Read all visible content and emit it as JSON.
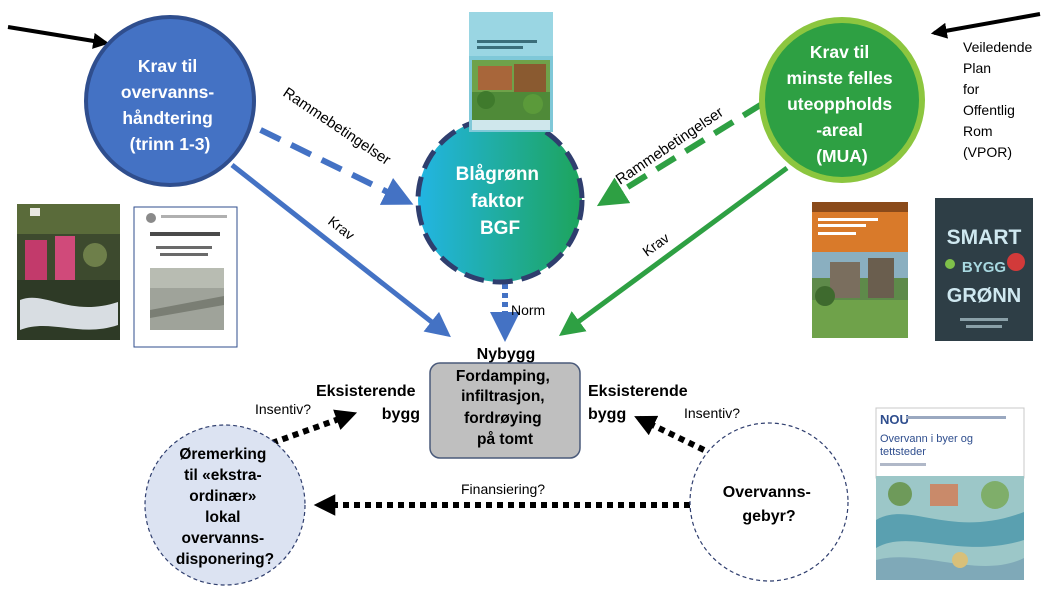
{
  "nodes": {
    "stormwater_requirement": {
      "lines": [
        "Krav til",
        "overvanns-",
        "håndtering",
        "(trinn 1-3)"
      ],
      "color": "#4472C4"
    },
    "outdoor_area_requirement": {
      "lines": [
        "Krav til",
        "minste felles",
        "uteoppholds",
        "-areal",
        "(MUA)"
      ],
      "color": "#2EA043"
    },
    "bgf": {
      "lines": [
        "Blågrønn",
        "faktor",
        "BGF"
      ]
    },
    "new_building": {
      "heading": "Nybygg",
      "lines": [
        "Fordamping,",
        "infiltrasjon,",
        "fordrøying",
        "på tomt"
      ]
    },
    "earmarking": {
      "lines": [
        "Øremerking",
        "til «ekstra-",
        "ordinær»",
        "lokal",
        "overvanns-",
        "disponering?"
      ]
    },
    "fee": {
      "lines": [
        "Overvanns-",
        "gebyr?"
      ]
    }
  },
  "labels": {
    "framework_left": "Rammebetingelser",
    "framework_right": "Rammebetingelser",
    "requirement_left": "Krav",
    "requirement_right": "Krav",
    "norm": "Norm",
    "existing_left": [
      "Eksisterende",
      "bygg"
    ],
    "existing_right": [
      "Eksisterende",
      "bygg"
    ],
    "incentive_left": "Insentiv?",
    "incentive_right": "Insentiv?",
    "financing": "Finansiering?",
    "vpor": [
      "Veiledende",
      "Plan",
      "for",
      "Offentlig",
      "Rom",
      "(VPOR)"
    ]
  },
  "thumbnails": {
    "bgf_report": "report-cover-thumbnail",
    "stormwater_photo": "stormwater-photo-thumbnail",
    "stormwater_doc": "stormwater-document-thumbnail",
    "park_report": "park-report-thumbnail",
    "smart_bygg_gronn": {
      "lines": [
        "SMART",
        "BYGG",
        "GRØNN"
      ]
    },
    "nou_report": {
      "title": "NOU",
      "lines": [
        "Overvann i byer og",
        "tettsteder"
      ]
    }
  },
  "colors": {
    "blue": "#4472C4",
    "green": "#2EA043",
    "dark_green": "#1E7A2F",
    "light_green_ring": "#8CC63F",
    "dashed_navy": "#2F3E6E",
    "gray_box": "#BFBFBF",
    "earmark_fill": "#DCE3F2"
  }
}
